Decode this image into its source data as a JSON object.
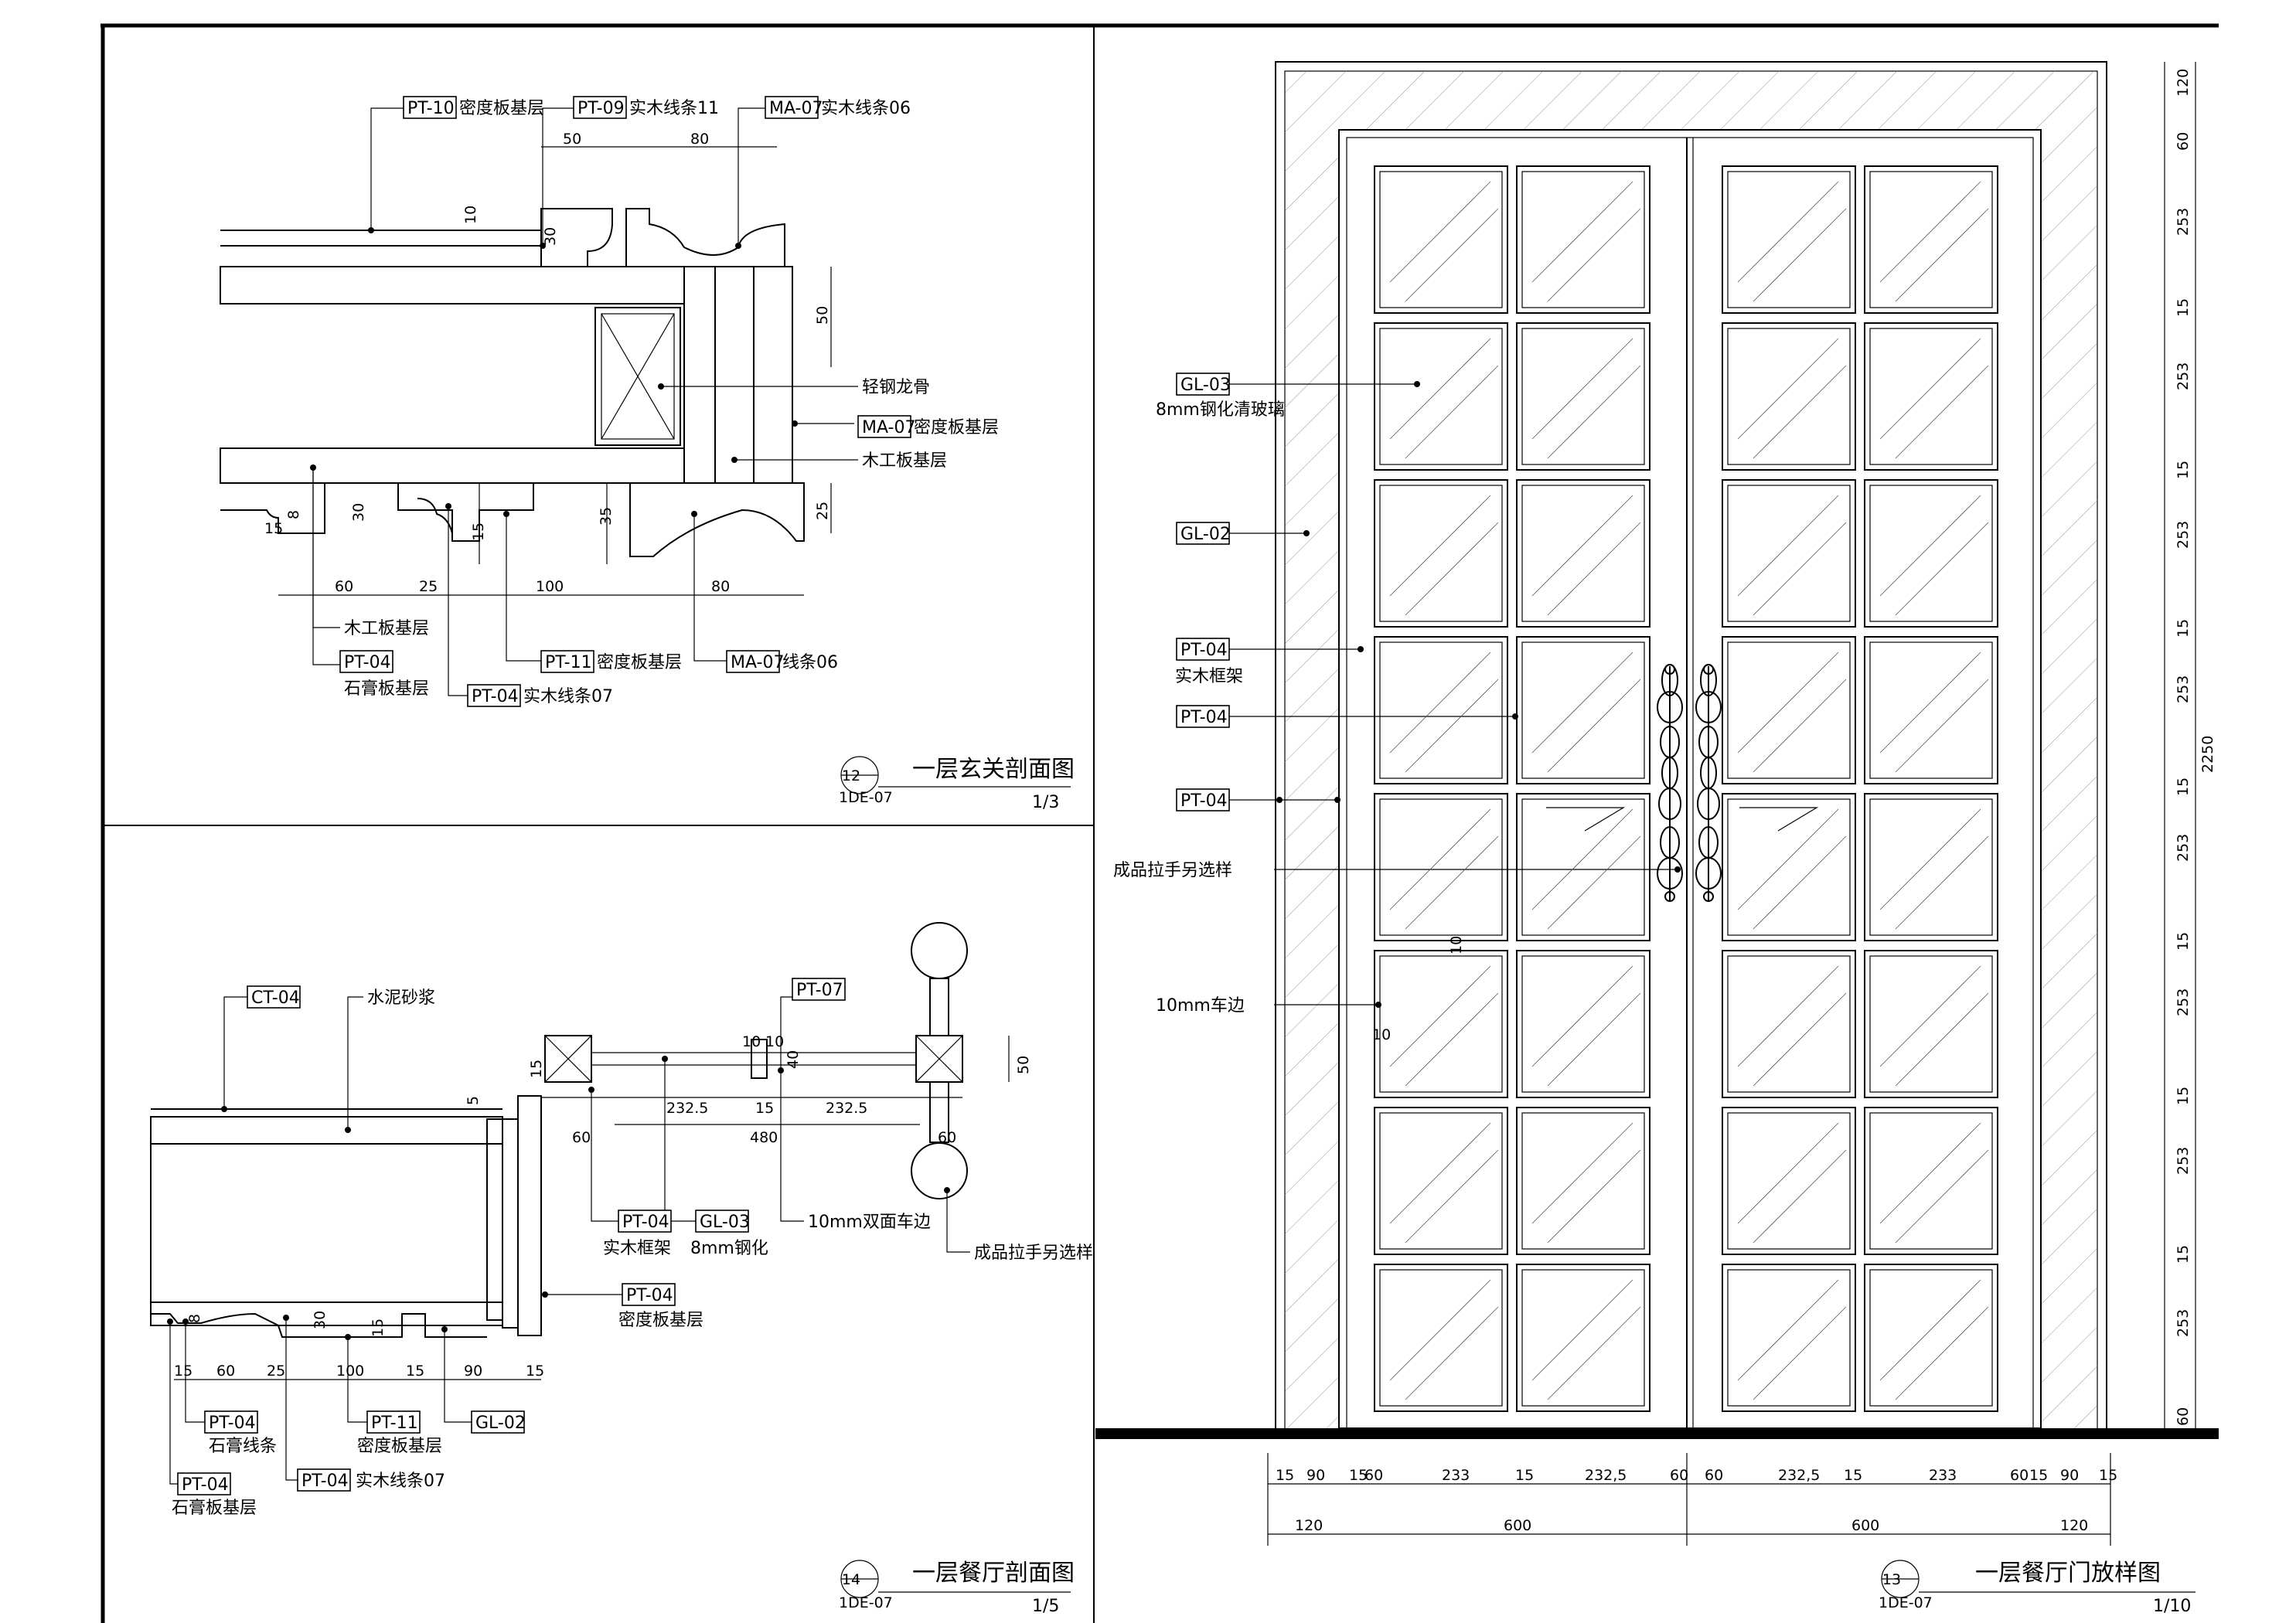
{
  "sections": {
    "s12": {
      "num": "12",
      "ref": "1DE-07",
      "title": "一层玄关剖面图",
      "scale": "1/3"
    },
    "s14": {
      "num": "14",
      "ref": "1DE-07",
      "title": "一层餐厅剖面图",
      "scale": "1/5"
    },
    "s13": {
      "num": "13",
      "ref": "1DE-07",
      "title": "一层餐厅门放样图",
      "scale": "1/10"
    }
  },
  "s12": {
    "tags": [
      {
        "code": "PT-10",
        "desc": "密度板基层"
      },
      {
        "code": "PT-09",
        "desc": "实木线条11"
      },
      {
        "code": "MA-07",
        "desc": "实木线条06"
      },
      {
        "code": "MA-07",
        "desc": "密度板基层"
      },
      {
        "code": "PT-04",
        "desc": "石膏板基层"
      },
      {
        "code": "PT-11",
        "desc": "密度板基层"
      },
      {
        "code": "MA-07",
        "desc": "线条06"
      },
      {
        "code": "PT-04",
        "desc": "实木线条07"
      }
    ],
    "notes": [
      "轻钢龙骨",
      "木工板基层",
      "木工板基层"
    ],
    "dims_top": [
      "50",
      "80"
    ],
    "dims_side": [
      "10",
      "30",
      "50",
      "25",
      "35",
      "15",
      "30",
      "15",
      "8"
    ],
    "dims_bottom": [
      "60",
      "25",
      "100",
      "80"
    ]
  },
  "s14": {
    "tags": [
      {
        "code": "CT-04",
        "desc": ""
      },
      {
        "code": "PT-07",
        "desc": ""
      },
      {
        "code": "PT-04",
        "desc": "实木框架"
      },
      {
        "code": "GL-03",
        "desc": "8mm钢化"
      },
      {
        "code": "PT-04",
        "desc": "密度板基层"
      },
      {
        "code": "PT-04",
        "desc": "石膏线条"
      },
      {
        "code": "PT-11",
        "desc": "密度板基层"
      },
      {
        "code": "GL-02",
        "desc": ""
      },
      {
        "code": "PT-04",
        "desc": "石膏板基层"
      },
      {
        "code": "PT-04",
        "desc": "实木线条07"
      }
    ],
    "notes": [
      "水泥砂浆",
      "10mm双面车边",
      "成品拉手另选样"
    ],
    "dims_top": [
      "10",
      "10",
      "40",
      "50",
      "15",
      "5"
    ],
    "dims_mid": [
      "60",
      "232.5",
      "15",
      "232.5",
      "60",
      "480"
    ],
    "dims_bottom": [
      "15",
      "60",
      "25",
      "100",
      "15",
      "90",
      "15"
    ],
    "dims_side": [
      "8",
      "30",
      "15"
    ]
  },
  "s13": {
    "tags": [
      {
        "code": "GL-03",
        "desc": "8mm钢化清玻璃"
      },
      {
        "code": "GL-02",
        "desc": ""
      },
      {
        "code": "PT-04",
        "desc": "实木框架"
      },
      {
        "code": "PT-04",
        "desc": ""
      },
      {
        "code": "PT-04",
        "desc": ""
      }
    ],
    "notes": [
      "成品拉手另选样",
      "10mm车边"
    ],
    "door_dims": [
      "10",
      "10"
    ],
    "dims_bottom": [
      "15",
      "90",
      "15",
      "60",
      "233",
      "15",
      "232,5",
      "60",
      "60",
      "232,5",
      "15",
      "233",
      "60",
      "15",
      "90",
      "15"
    ],
    "dims_total": [
      "120",
      "600",
      "600",
      "120"
    ],
    "dims_right": [
      "120",
      "60",
      "253",
      "15",
      "253",
      "15",
      "253",
      "15",
      "253",
      "15",
      "253",
      "15",
      "253",
      "15",
      "253",
      "15",
      "253",
      "60"
    ],
    "dim_height": "2250"
  }
}
